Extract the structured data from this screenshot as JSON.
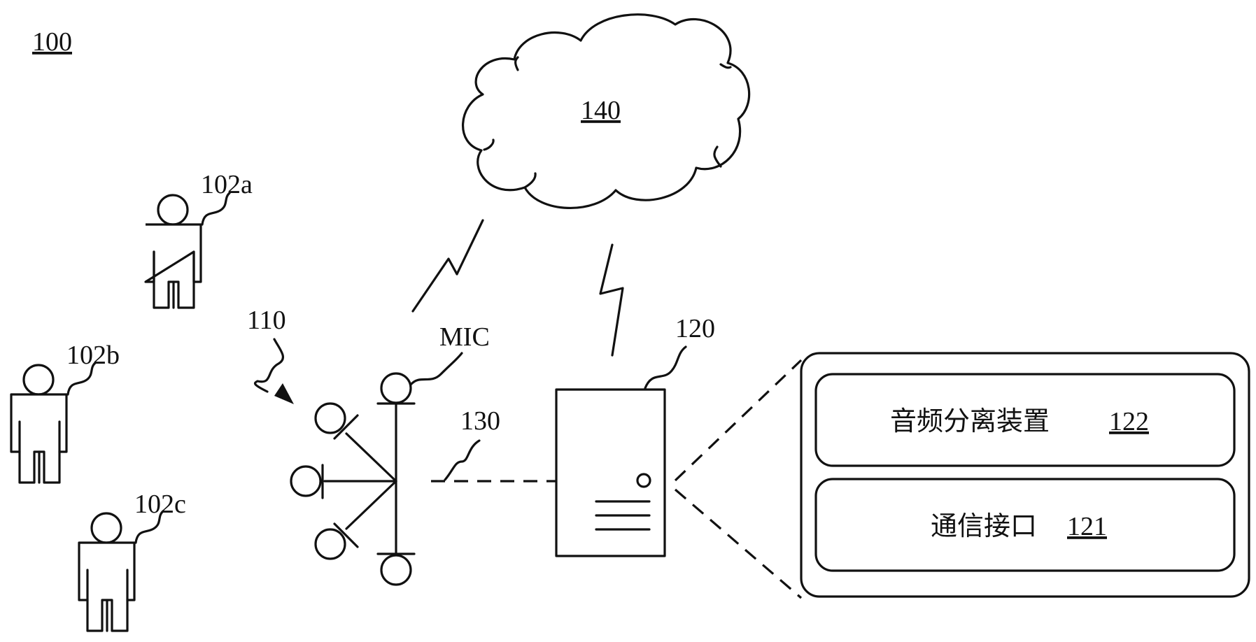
{
  "figure": {
    "system_ref": "100",
    "speakers": [
      {
        "ref": "102a"
      },
      {
        "ref": "102b"
      },
      {
        "ref": "102c"
      }
    ],
    "mic_array": {
      "ref": "110",
      "mic_label": "MIC"
    },
    "link_ref": "130",
    "server_ref": "120",
    "network_ref": "140",
    "modules": [
      {
        "name": "音频分离装置",
        "ref": "122"
      },
      {
        "name": "通信接口",
        "ref": "121"
      }
    ]
  }
}
